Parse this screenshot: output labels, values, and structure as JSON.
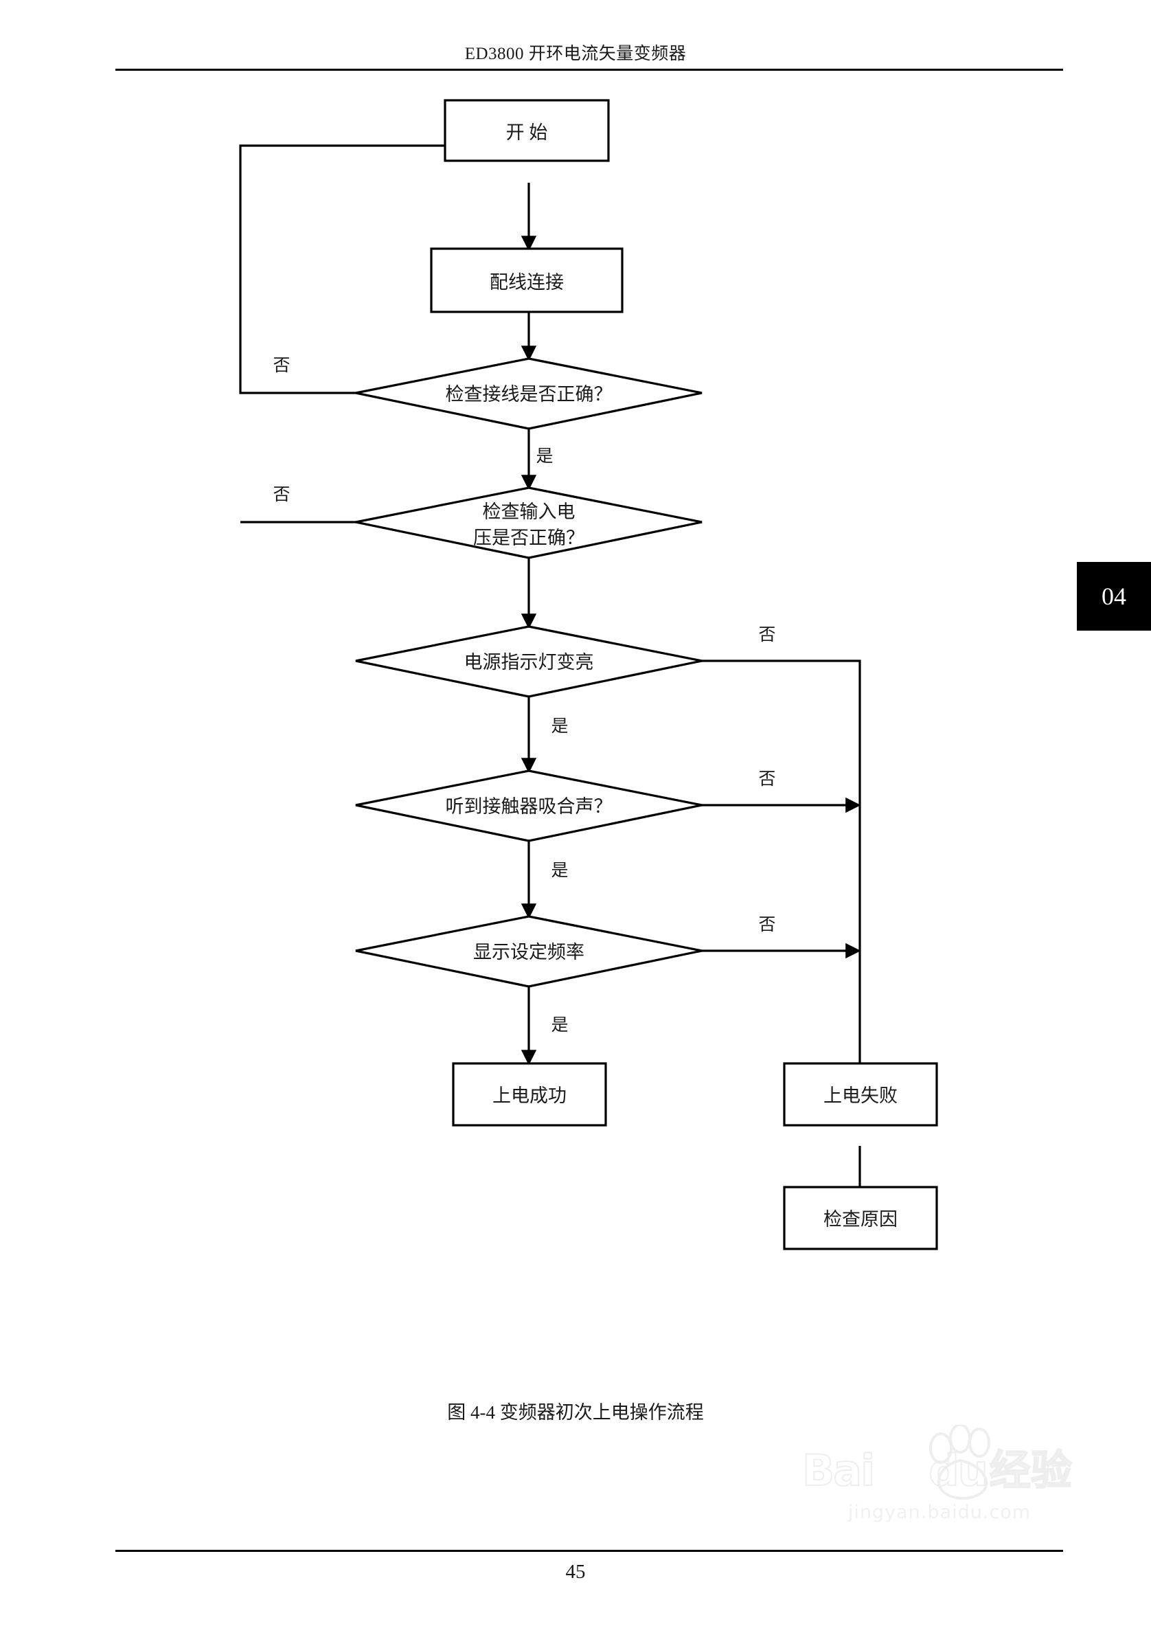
{
  "header": {
    "title": "ED3800 开环电流矢量变频器"
  },
  "side_tab": {
    "label": "04"
  },
  "caption": "图 4-4 变频器初次上电操作流程",
  "footer": {
    "page_number": "45"
  },
  "watermark": {
    "brand": "Bai",
    "brand2": "du",
    "brand_cn": "经验",
    "url": "jingyan.baidu.com"
  },
  "flowchart": {
    "type": "flowchart",
    "title": "图 4-4 变频器初次上电操作流程",
    "nodes": [
      {
        "id": "start",
        "shape": "box",
        "label": "开    始"
      },
      {
        "id": "wiring",
        "shape": "box",
        "label": "配线连接"
      },
      {
        "id": "d1",
        "shape": "diamond",
        "label": "检查接线是否正确？"
      },
      {
        "id": "d2",
        "shape": "diamond",
        "label_line1": "检查输入电",
        "label_line2": "压是否正确？"
      },
      {
        "id": "d3",
        "shape": "diamond",
        "label": "电源指示灯变亮"
      },
      {
        "id": "d4",
        "shape": "diamond",
        "label": "听到接触器吸合声？"
      },
      {
        "id": "d5",
        "shape": "diamond",
        "label": "显示设定频率"
      },
      {
        "id": "success",
        "shape": "box",
        "label": "上电成功"
      },
      {
        "id": "fail",
        "shape": "box",
        "label": "上电失败"
      },
      {
        "id": "reason",
        "shape": "box",
        "label": "检查原因"
      }
    ],
    "edges": [
      {
        "from": "start",
        "to": "wiring",
        "label": ""
      },
      {
        "from": "wiring",
        "to": "d1",
        "label": ""
      },
      {
        "from": "d1",
        "to": "wiring",
        "label": "否",
        "side": "left"
      },
      {
        "from": "d1",
        "to": "d2",
        "label": "是"
      },
      {
        "from": "d2",
        "to": "wiring",
        "label": "否",
        "side": "left"
      },
      {
        "from": "d2",
        "to": "d3",
        "label": ""
      },
      {
        "from": "d3",
        "to": "fail",
        "label": "否",
        "side": "right"
      },
      {
        "from": "d3",
        "to": "d4",
        "label": "是"
      },
      {
        "from": "d4",
        "to": "fail",
        "label": "否",
        "side": "right"
      },
      {
        "from": "d4",
        "to": "d5",
        "label": "是"
      },
      {
        "from": "d5",
        "to": "fail",
        "label": "否",
        "side": "right"
      },
      {
        "from": "d5",
        "to": "success",
        "label": "是"
      },
      {
        "from": "fail",
        "to": "reason",
        "label": ""
      }
    ],
    "edge_labels": {
      "no": "否",
      "yes": "是"
    },
    "colors": {
      "stroke": "#000000",
      "fill": "#ffffff",
      "text": "#1a1a1a"
    }
  }
}
